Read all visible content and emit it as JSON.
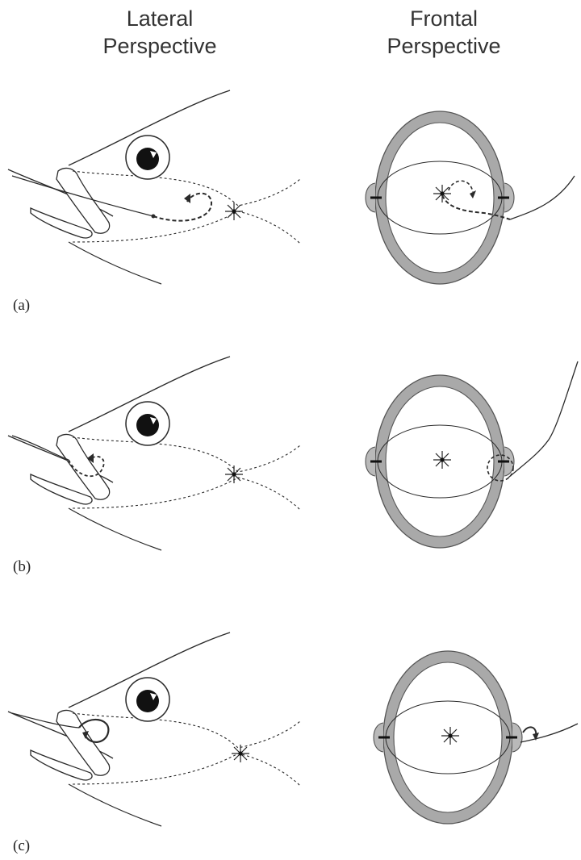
{
  "headers": {
    "lateral": [
      "Lateral",
      "Perspective"
    ],
    "frontal": [
      "Frontal",
      "Perspective"
    ]
  },
  "panels": [
    {
      "label": "(a)"
    },
    {
      "label": "(b)"
    },
    {
      "label": "(c)"
    }
  ],
  "colors": {
    "ring_fill": "#a9a9a9",
    "ring_stroke": "#555555",
    "line": "#2a2a2a",
    "background": "#ffffff"
  }
}
